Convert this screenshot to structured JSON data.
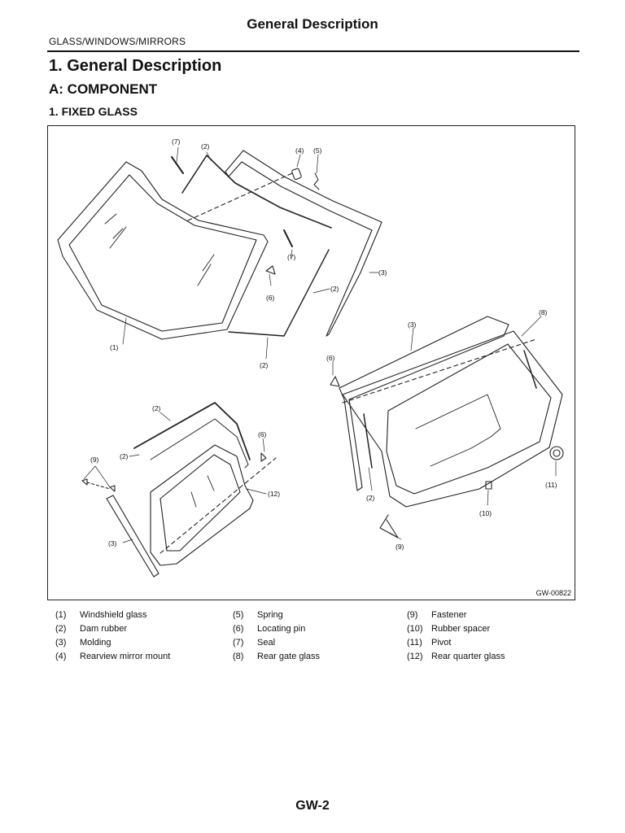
{
  "header": {
    "running_title": "General Description",
    "section_label": "GLASS/WINDOWS/MIRRORS"
  },
  "headings": {
    "h1": "1.  General Description",
    "h2": "A:  COMPONENT",
    "h3": "1.  FIXED GLASS"
  },
  "figure": {
    "code": "GW-00822",
    "callouts": {
      "c1": "(1)",
      "c2": "(2)",
      "c3": "(3)",
      "c4": "(4)",
      "c5": "(5)",
      "c6": "(6)",
      "c7": "(7)",
      "c8": "(8)",
      "c9": "(9)",
      "c10": "(10)",
      "c11": "(11)",
      "c12": "(12)"
    }
  },
  "legend": [
    {
      "num": "(1)",
      "text": "Windshield glass"
    },
    {
      "num": "(2)",
      "text": "Dam rubber"
    },
    {
      "num": "(3)",
      "text": "Molding"
    },
    {
      "num": "(4)",
      "text": "Rearview mirror mount"
    },
    {
      "num": "(5)",
      "text": "Spring"
    },
    {
      "num": "(6)",
      "text": "Locating pin"
    },
    {
      "num": "(7)",
      "text": "Seal"
    },
    {
      "num": "(8)",
      "text": "Rear gate glass"
    },
    {
      "num": "(9)",
      "text": "Fastener"
    },
    {
      "num": "(10)",
      "text": "Rubber spacer"
    },
    {
      "num": "(11)",
      "text": "Pivot"
    },
    {
      "num": "(12)",
      "text": "Rear quarter glass"
    }
  ],
  "footer": {
    "page_number": "GW-2"
  }
}
